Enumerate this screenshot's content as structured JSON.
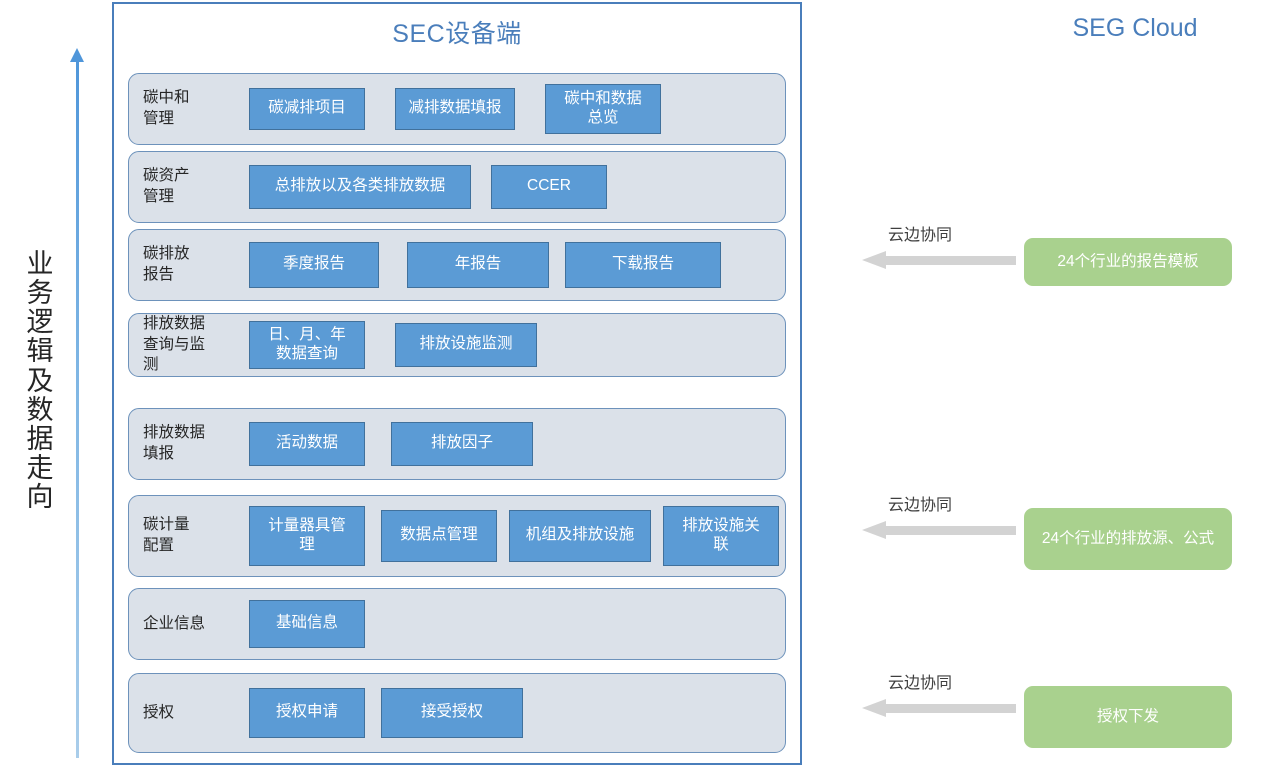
{
  "axis": {
    "label": "业务逻辑及数据走向",
    "arrow_direction": "up",
    "color": "#4f96da"
  },
  "sec_panel": {
    "title": "SEC设备端",
    "title_color": "#4a7ebb",
    "row_bg": "#dbe1e9",
    "tile_bg": "#5b9bd5",
    "rows": [
      {
        "label": "碳中和\n管理",
        "tiles": [
          "碳减排项目",
          "减排数据填报",
          "碳中和数据\n总览"
        ]
      },
      {
        "label": "碳资产\n管理",
        "tiles": [
          "总排放以及各类排放数据",
          "CCER"
        ]
      },
      {
        "label": "碳排放\n报告",
        "tiles": [
          "季度报告",
          "年报告",
          "下载报告"
        ]
      },
      {
        "label": "排放数据\n查询与监\n测",
        "tiles": [
          "日、月、年\n数据查询",
          "排放设施监测"
        ]
      },
      {
        "label": "排放数据\n填报",
        "tiles": [
          "活动数据",
          "排放因子"
        ]
      },
      {
        "label": "碳计量\n配置",
        "tiles": [
          "计量器具管\n理",
          "数据点管理",
          "机组及排放设施",
          "排放设施关\n联"
        ]
      },
      {
        "label": "企业信息",
        "tiles": [
          "基础信息"
        ]
      },
      {
        "label": "授权",
        "tiles": [
          "授权申请",
          "接受授权"
        ]
      }
    ]
  },
  "seg_cloud": {
    "title": "SEG Cloud",
    "title_color": "#4a7ebb",
    "box_bg": "#a9d18e",
    "arrow_color": "#d3d3d3",
    "links": [
      {
        "label": "云边协同",
        "box": "24个行业的报告模板"
      },
      {
        "label": "云边协同",
        "box": "24个行业的排放源、公式"
      },
      {
        "label": "云边协同",
        "box": "授权下发"
      }
    ]
  }
}
